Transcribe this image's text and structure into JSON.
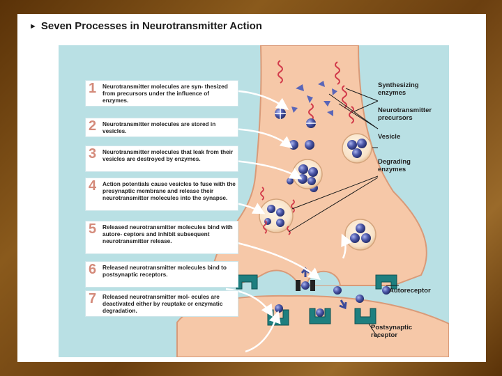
{
  "title": "Seven Processes in Neurotransmitter Action",
  "steps": [
    {
      "num": "1",
      "text": "Neurotransmitter molecules are syn- thesized from precursors under the influence of enzymes."
    },
    {
      "num": "2",
      "text": "Neurotransmitter molecules are stored in vesicles."
    },
    {
      "num": "3",
      "text": "Neurotransmitter molecules that leak from their vesicles are destroyed by enzymes."
    },
    {
      "num": "4",
      "text": "Action potentials cause vesicles to fuse with the presynaptic membrane and release their neurotransmitter molecules into the synapse."
    },
    {
      "num": "5",
      "text": "Released neurotransmitter molecules bind with autore- ceptors and inhibit subsequent neurotransmitter release."
    },
    {
      "num": "6",
      "text": "Released neurotransmitter molecules bind to postsynaptic receptors."
    },
    {
      "num": "7",
      "text": "Released neurotransmitter mol- ecules are deactivated either by reuptake or enzymatic degradation."
    }
  ],
  "labels": {
    "synthesizing_enzymes": "Synthesizing\nenzymes",
    "neurotransmitter_precursors": "Neurotransmitter\nprecursors",
    "vesicle": "Vesicle",
    "degrading_enzymes": "Degrading\nenzymes",
    "autoreceptor": "Autoreceptor",
    "postsynaptic_receptor": "Postsynaptic\nreceptor"
  },
  "colors": {
    "terminal": "#f6c8a8",
    "panel": "#b9e0e4",
    "molecule": "#4b57a8",
    "enzyme": "#d23a4a",
    "receptor": "#1e7f7f"
  }
}
